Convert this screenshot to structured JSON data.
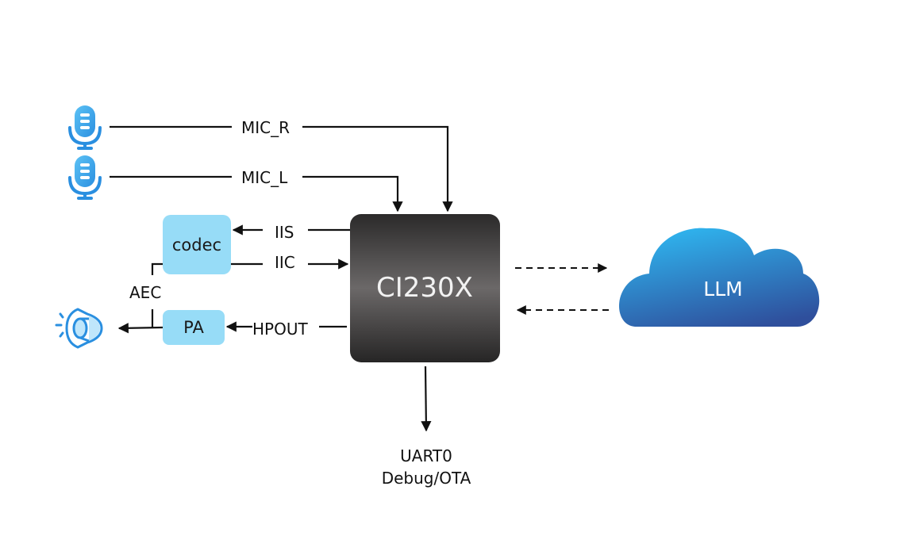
{
  "diagram": {
    "chip": {
      "label": "CI230X",
      "color_top": "#2b2a2a",
      "color_mid": "#6b6868",
      "color_bottom": "#262525"
    },
    "cloud": {
      "label": "LLM",
      "color_light": "#2fb4ee",
      "color_dark": "#2f4f9c"
    },
    "codec": {
      "label": "codec",
      "color": "#97dcf7"
    },
    "pa": {
      "label": "PA",
      "color": "#97dcf7"
    },
    "signals": {
      "mic_r": "MIC_R",
      "mic_l": "MIC_L",
      "iis": "IIS",
      "iic": "IIC",
      "aec": "AEC",
      "hpout": "HPOUT",
      "uart_line1": "UART0",
      "uart_line2": "Debug/OTA"
    },
    "icons": {
      "mic_right": "microphone-icon",
      "mic_left": "microphone-icon",
      "speaker": "speaker-icon"
    },
    "icon_color": "#2a8fe0"
  }
}
